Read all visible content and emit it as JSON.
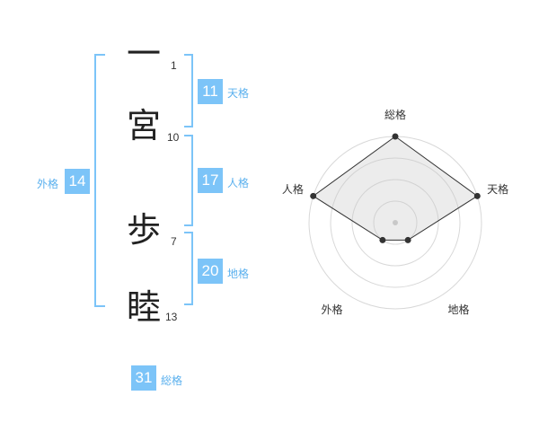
{
  "chars": [
    {
      "char": "一",
      "strokes": "1"
    },
    {
      "char": "宮",
      "strokes": "10"
    },
    {
      "char": "歩",
      "strokes": "7"
    },
    {
      "char": "睦",
      "strokes": "13"
    }
  ],
  "fortunes": {
    "tenkaku": {
      "value": "11",
      "label": "天格"
    },
    "jinkaku": {
      "value": "17",
      "label": "人格"
    },
    "chikaku": {
      "value": "20",
      "label": "地格"
    },
    "gaikaku": {
      "value": "14",
      "label": "外格"
    },
    "soukaku": {
      "value": "31",
      "label": "総格"
    }
  },
  "colors": {
    "accent": "#7cc4f8",
    "label": "#5ab0ee"
  },
  "chart_data": {
    "type": "radar",
    "axes": [
      "総格",
      "天格",
      "地格",
      "外格",
      "人格"
    ],
    "values": [
      4,
      4,
      1,
      1,
      4
    ],
    "range": [
      0,
      4
    ],
    "rings": 4
  }
}
